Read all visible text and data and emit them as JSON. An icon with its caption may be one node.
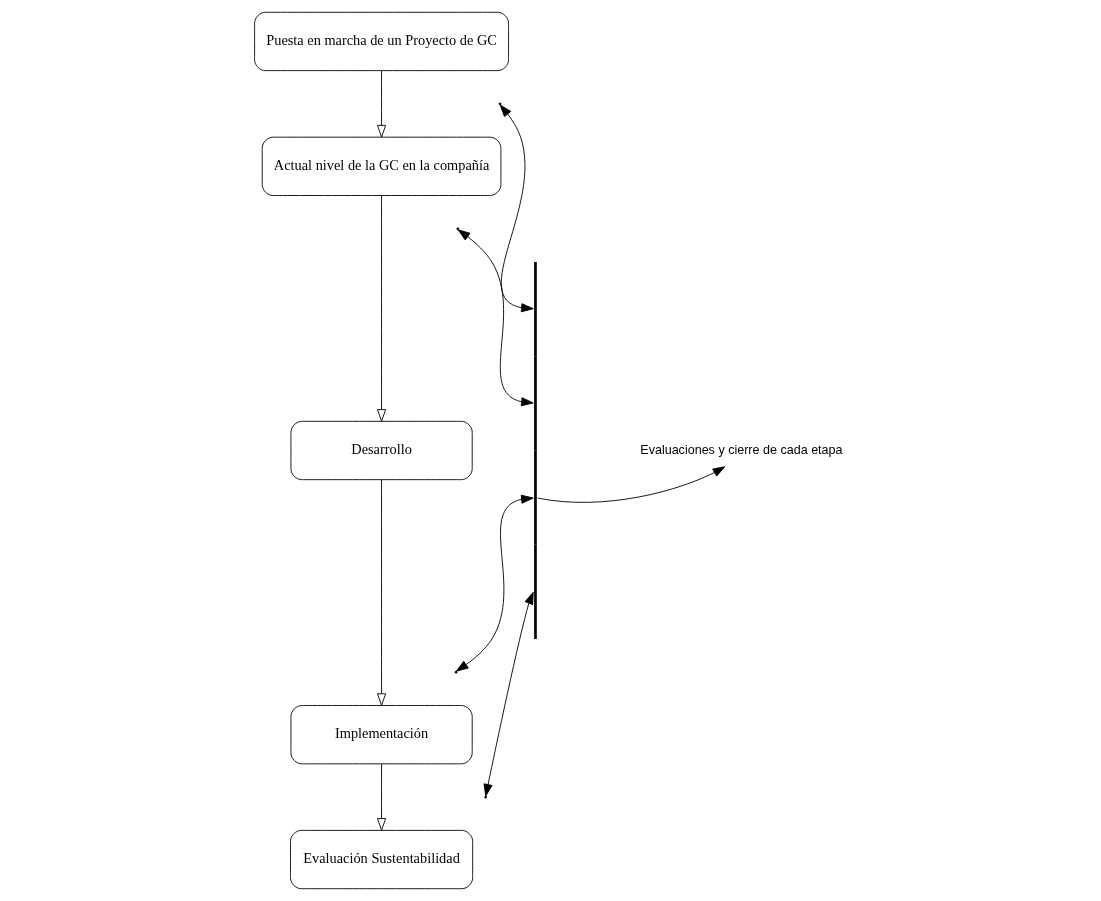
{
  "diagram": {
    "nodes": [
      {
        "text": [
          "Puesta en marcha de un Proyecto de GC"
        ]
      },
      {
        "text": [
          "Actual nivel de la GC en la compañía"
        ]
      },
      {
        "text": [
          "Desarrollo"
        ]
      },
      {
        "text": [
          "Implementación"
        ]
      },
      {
        "text": [
          "Evaluación Sustentabilidad"
        ]
      },
      {
        "text": [],
        "shape": "bar"
      },
      {
        "text": [
          "Evaluaciones y cierre de cada etapa"
        ]
      }
    ],
    "edges": [
      {
        "from": 0,
        "to": 1,
        "arrow": "to"
      },
      {
        "from": 1,
        "to": 2,
        "arrow": "to"
      },
      {
        "from": 2,
        "to": 3,
        "arrow": "to"
      },
      {
        "from": 3,
        "to": 4,
        "arrow": "to"
      },
      {
        "from": null,
        "to": 5,
        "arrow": "both"
      },
      {
        "from": null,
        "to": 5,
        "arrow": "both"
      },
      {
        "from": null,
        "to": 5,
        "arrow": "both"
      },
      {
        "from": null,
        "to": 5,
        "arrow": "both"
      },
      {
        "from": 5,
        "to": 6,
        "arrow": "to"
      }
    ]
  }
}
